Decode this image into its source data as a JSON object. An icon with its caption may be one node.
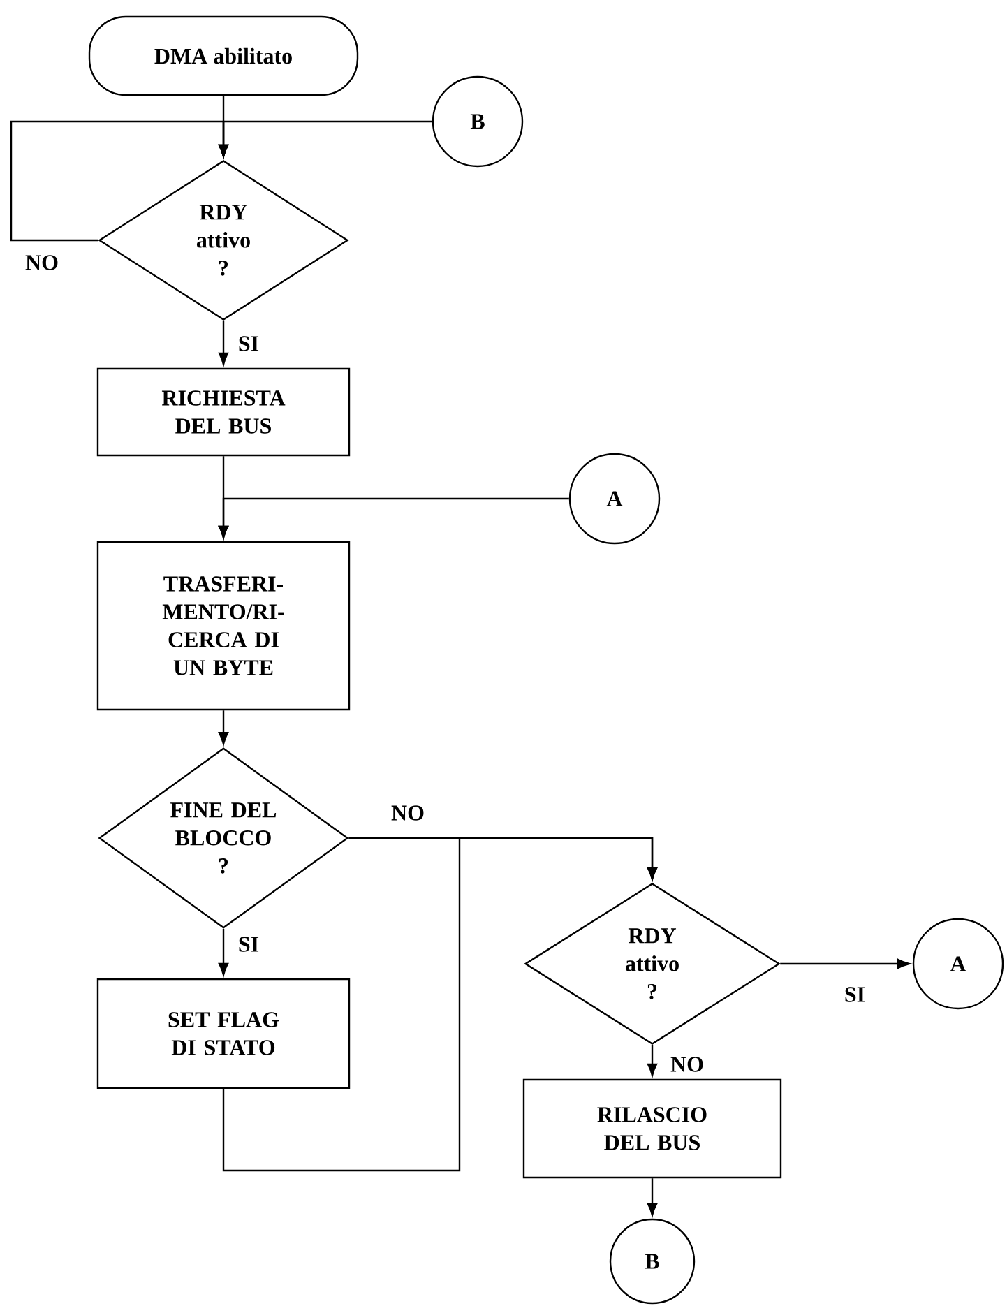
{
  "diagram": {
    "nodes": [
      {
        "text": [
          "DMA abilitato"
        ]
      },
      {
        "text": [
          "B"
        ]
      },
      {
        "text": [
          "RDY attivo ?"
        ]
      },
      {
        "text": [
          "RICHIESTA DEL BUS"
        ]
      },
      {
        "text": [
          "A"
        ]
      },
      {
        "text": [
          "TRASFERI- MENTO/RI- CERCA DI UN BYTE"
        ]
      },
      {
        "text": [
          "FINE DEL BLOCCO ?"
        ]
      },
      {
        "text": [
          "SET FLAG DI STATO"
        ]
      },
      {
        "text": [
          "RDY attivo ?"
        ]
      },
      {
        "text": [
          "A"
        ]
      },
      {
        "text": [
          "RILASCIO DEL BUS"
        ]
      },
      {
        "text": [
          "B"
        ]
      }
    ],
    "edges": [
      {
        "from": 0,
        "to": 2,
        "arrow": "to"
      },
      {
        "from": 1,
        "to": 2,
        "arrow": "to"
      },
      {
        "from": 2,
        "to": 2,
        "arrow": "to",
        "label": "NO"
      },
      {
        "from": 2,
        "to": 3,
        "arrow": "to",
        "label": "SI"
      },
      {
        "from": 3,
        "to": 5,
        "arrow": "to"
      },
      {
        "from": 4,
        "to": 5,
        "arrow": "to"
      },
      {
        "from": 5,
        "to": 6,
        "arrow": "to"
      },
      {
        "from": 6,
        "to": 8,
        "arrow": "to",
        "label": "NO"
      },
      {
        "from": 6,
        "to": 7,
        "arrow": "to",
        "label": "SI"
      },
      {
        "from": 7,
        "to": 8,
        "arrow": "to"
      },
      {
        "from": 8,
        "to": 9,
        "arrow": "to",
        "label": "SI"
      },
      {
        "from": 8,
        "to": 10,
        "arrow": "to",
        "label": "NO"
      },
      {
        "from": 10,
        "to": 11,
        "arrow": "to"
      }
    ]
  }
}
